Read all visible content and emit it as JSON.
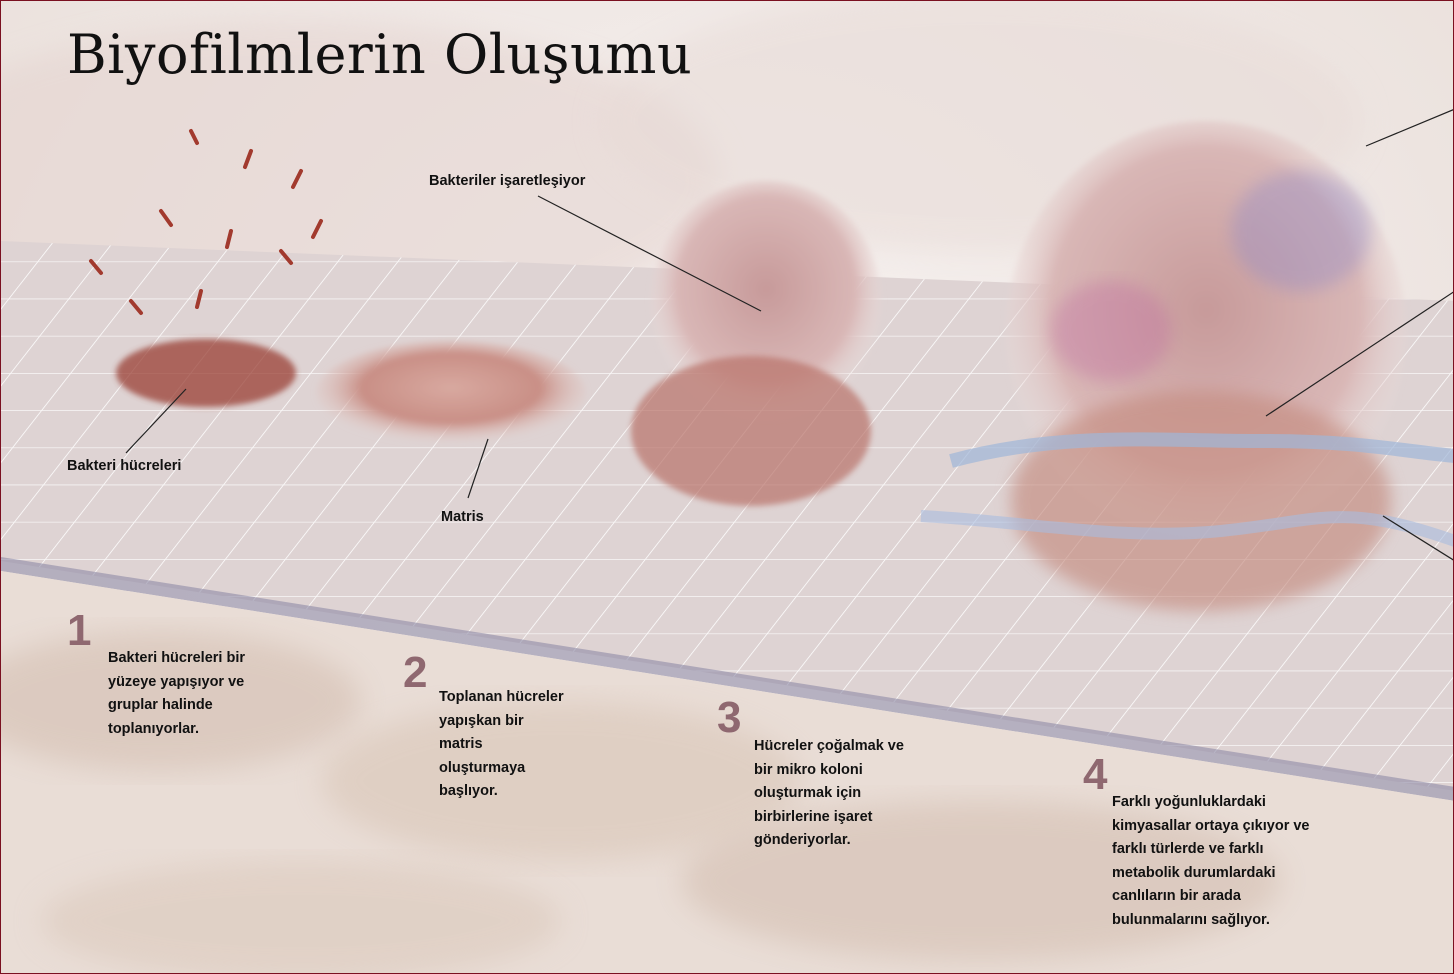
{
  "title": "Biyofilmlerin Oluşumu",
  "labels": {
    "bacteria_cells": "Bakteri hücreleri",
    "matrix": "Matris",
    "signaling": "Bakteriler işaretleşiyor"
  },
  "steps": [
    {
      "number": "1",
      "lines": [
        "Bakteri hücreleri bir",
        "yüzeye yapışıyor ve",
        "gruplar halinde",
        "toplanıyorlar."
      ]
    },
    {
      "number": "2",
      "lines": [
        "Toplanan hücreler",
        "yapışkan bir",
        "matris",
        "oluşturmaya",
        "başlıyor."
      ]
    },
    {
      "number": "3",
      "lines": [
        "Hücreler çoğalmak ve",
        "bir mikro koloni",
        "oluşturmak için",
        "birbirlerine işaret",
        "gönderiyorlar."
      ]
    },
    {
      "number": "4",
      "lines": [
        "Farklı yoğunluklardaki",
        "kimyasallar ortaya çıkıyor ve",
        "farklı türlerde ve farklı",
        "metabolik durumlardaki",
        "canlıların bir arada",
        "bulunmalarını sağlıyor."
      ]
    }
  ]
}
